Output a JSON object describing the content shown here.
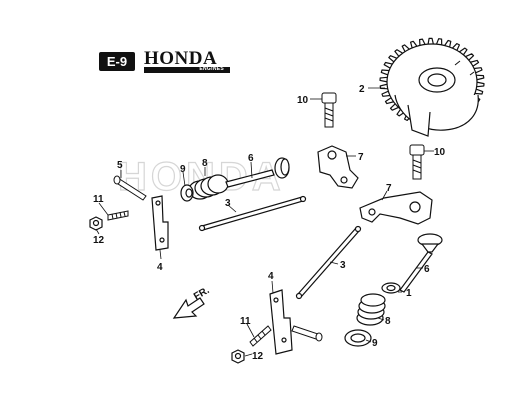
{
  "header": {
    "section_code": "E-9",
    "brand": "HONDA",
    "brand_sub": "ENGINES"
  },
  "watermark": "HONDA",
  "direction_label": "FR.",
  "callouts": [
    {
      "id": "c2",
      "text": "2"
    },
    {
      "id": "c10a",
      "text": "10"
    },
    {
      "id": "c10b",
      "text": "10"
    },
    {
      "id": "c7a",
      "text": "7"
    },
    {
      "id": "c7b",
      "text": "7"
    },
    {
      "id": "c5",
      "text": "5"
    },
    {
      "id": "c9a",
      "text": "9"
    },
    {
      "id": "c8a",
      "text": "8"
    },
    {
      "id": "c6a",
      "text": "6"
    },
    {
      "id": "c3a",
      "text": "3"
    },
    {
      "id": "c11a",
      "text": "11"
    },
    {
      "id": "c12a",
      "text": "12"
    },
    {
      "id": "c4a",
      "text": "4"
    },
    {
      "id": "c3b",
      "text": "3"
    },
    {
      "id": "c6b",
      "text": "6"
    },
    {
      "id": "c1",
      "text": "1"
    },
    {
      "id": "c4b",
      "text": "4"
    },
    {
      "id": "c11b",
      "text": "11"
    },
    {
      "id": "c12b",
      "text": "12"
    },
    {
      "id": "c8b",
      "text": "8"
    },
    {
      "id": "c9b",
      "text": "9"
    }
  ]
}
